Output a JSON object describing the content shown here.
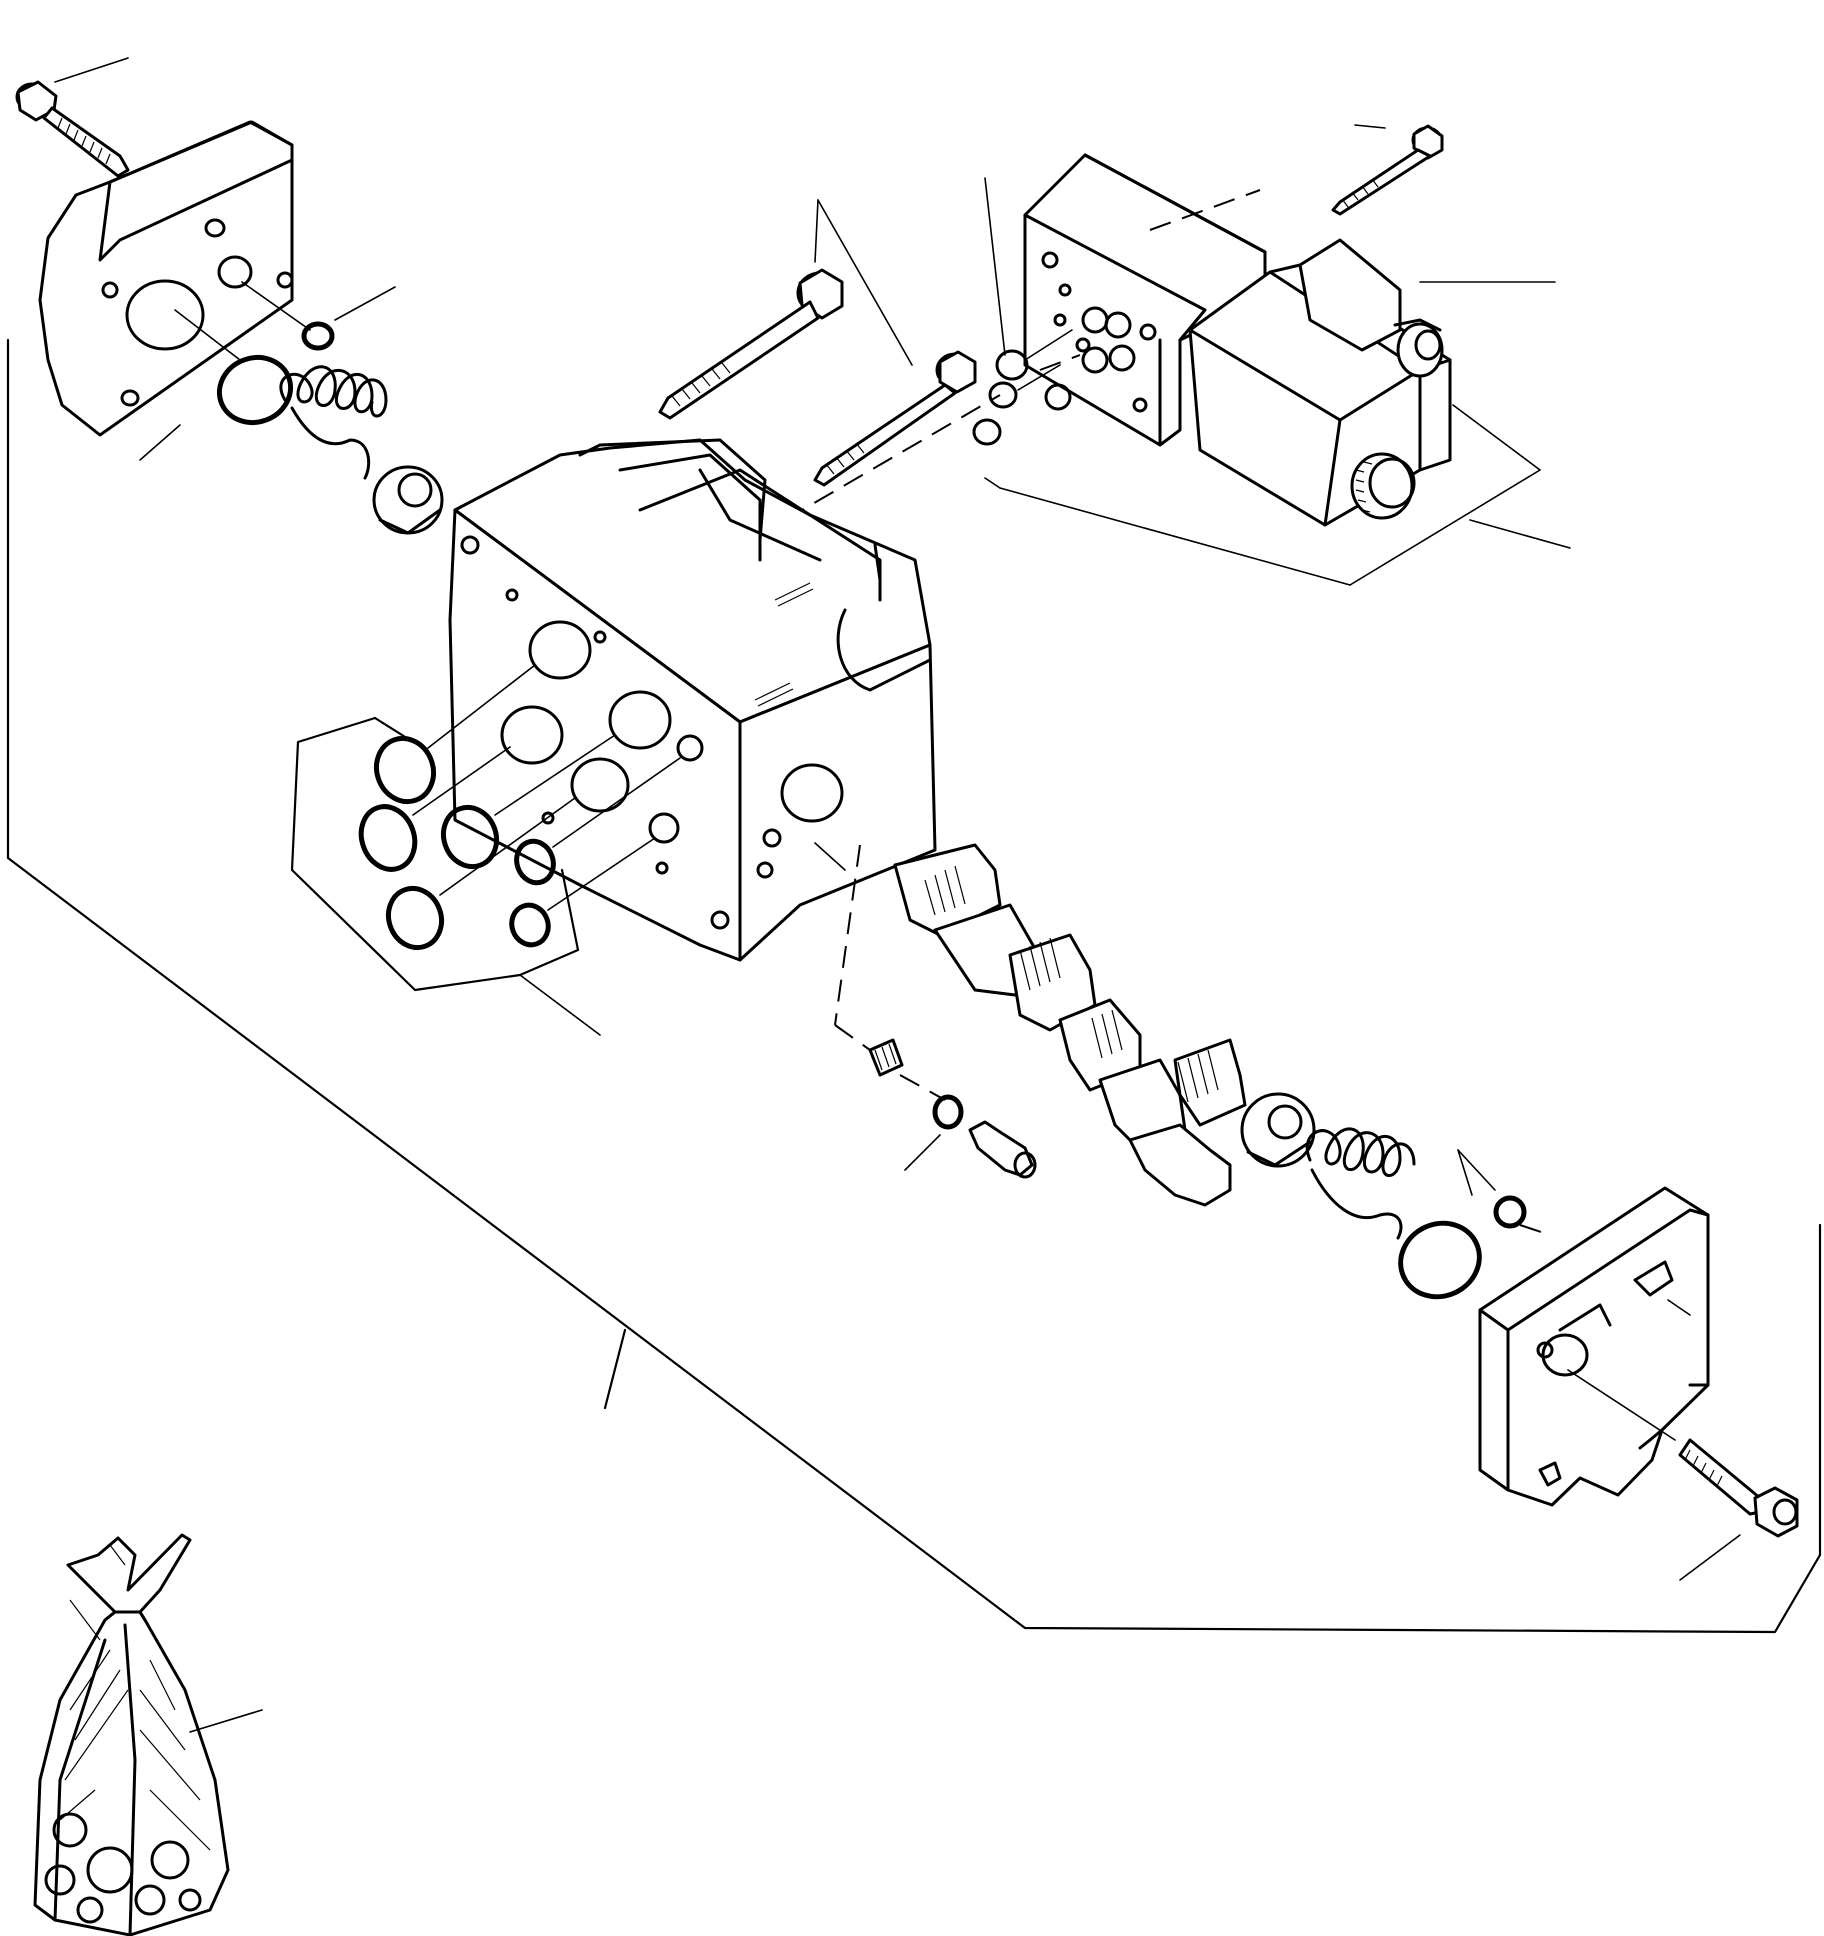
{
  "diagram": {
    "background": "#ffffff",
    "ink": "#000000",
    "parts": [
      {
        "id": "left-end-cover"
      },
      {
        "id": "left-cover-screw"
      },
      {
        "id": "left-spring"
      },
      {
        "id": "left-spring-washer"
      },
      {
        "id": "valve-body"
      },
      {
        "id": "tie-bolt-long"
      },
      {
        "id": "tie-bolt-short"
      },
      {
        "id": "solenoid-valve"
      },
      {
        "id": "solenoid-screw"
      },
      {
        "id": "valve-spool"
      },
      {
        "id": "body-port-o-rings"
      },
      {
        "id": "plug-set-screw"
      },
      {
        "id": "check-plug"
      },
      {
        "id": "right-spring-washer"
      },
      {
        "id": "right-spring"
      },
      {
        "id": "right-end-cover"
      },
      {
        "id": "right-cover-screw"
      },
      {
        "id": "seal-kit-bag"
      }
    ]
  }
}
